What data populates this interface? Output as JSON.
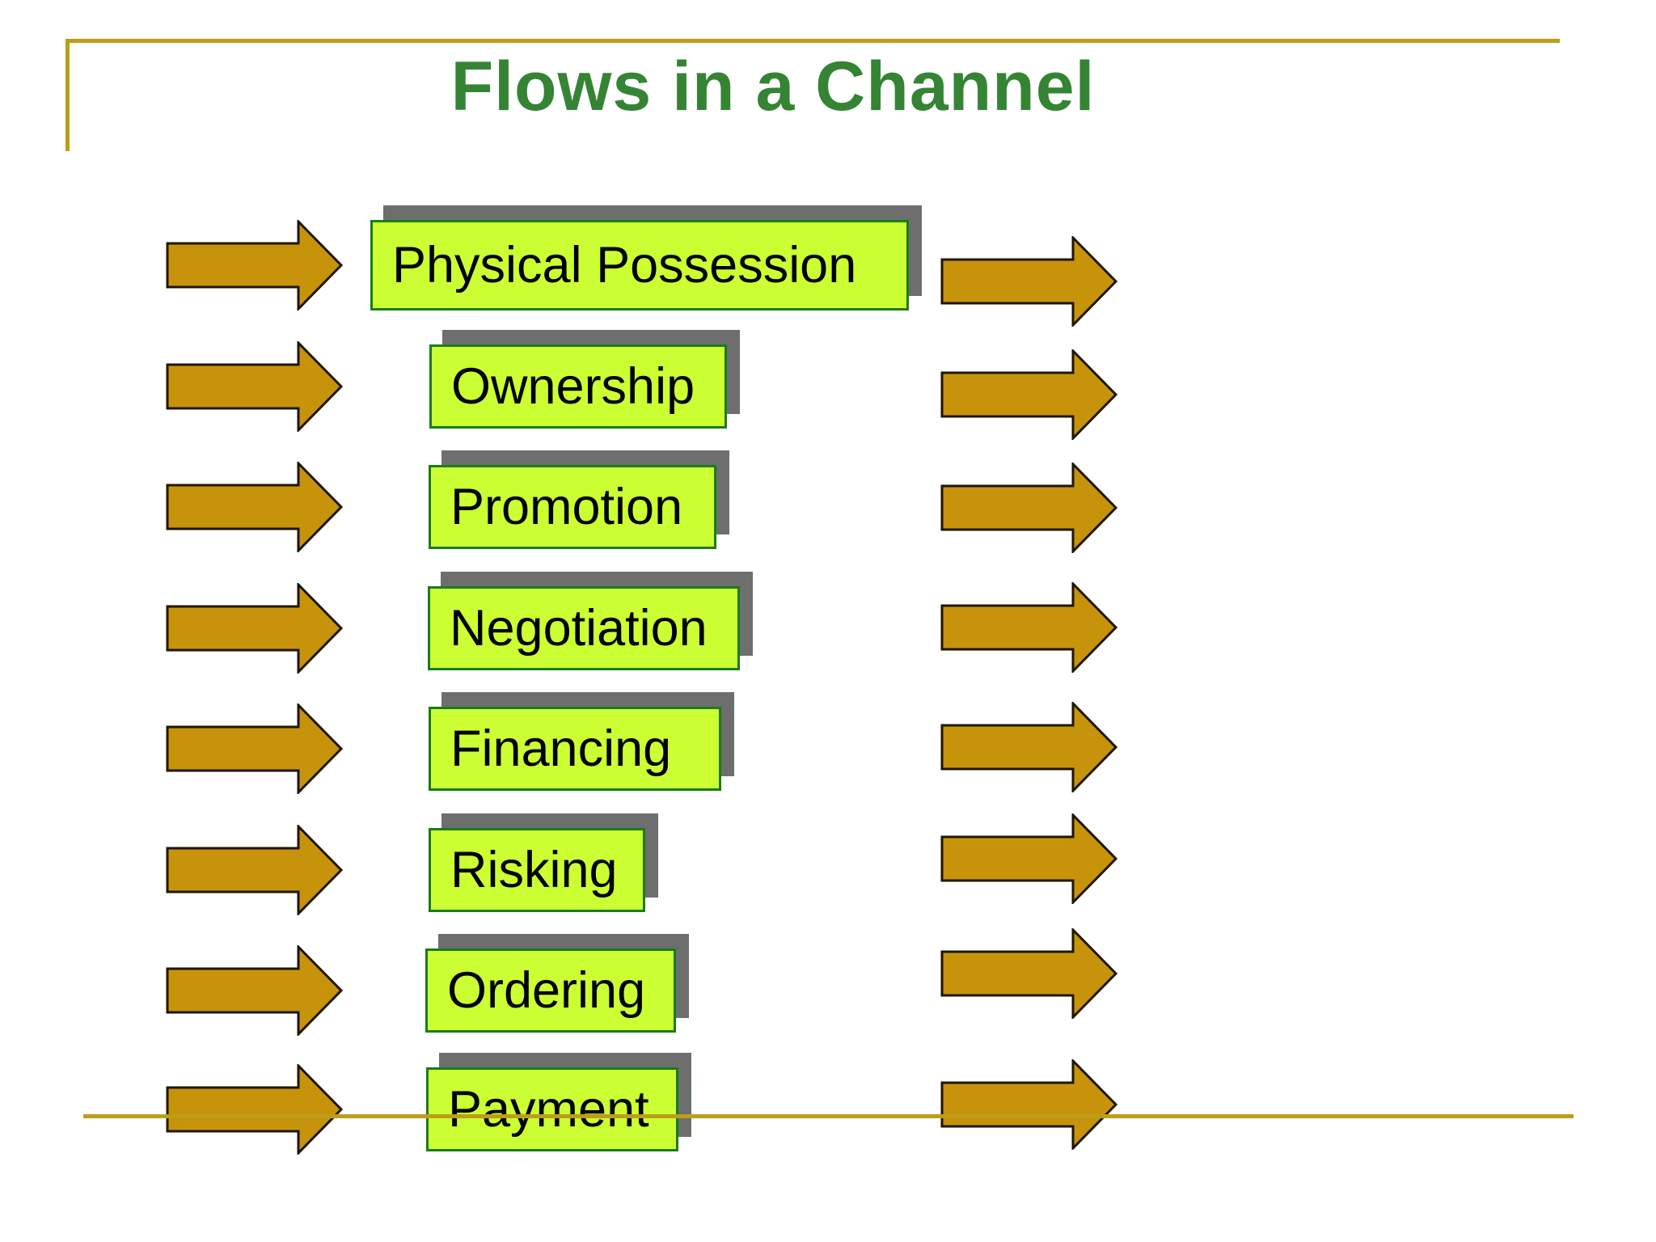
{
  "title": "Flows in a Channel",
  "rows": [
    {
      "label": "Physical Possession"
    },
    {
      "label": "Ownership"
    },
    {
      "label": "Promotion"
    },
    {
      "label": "Negotiation"
    },
    {
      "label": "Financing"
    },
    {
      "label": "Risking"
    },
    {
      "label": "Ordering"
    },
    {
      "label": "Payment"
    }
  ],
  "colors": {
    "rule_gold": "#BD9E1A",
    "title_green": "#348434",
    "arrow_gold": "#C7930A",
    "arrow_outline": "#1D1600",
    "box_fill": "#CCFF33",
    "box_border": "#1B7B1B",
    "shadow_gray": "#6E6E6E"
  }
}
